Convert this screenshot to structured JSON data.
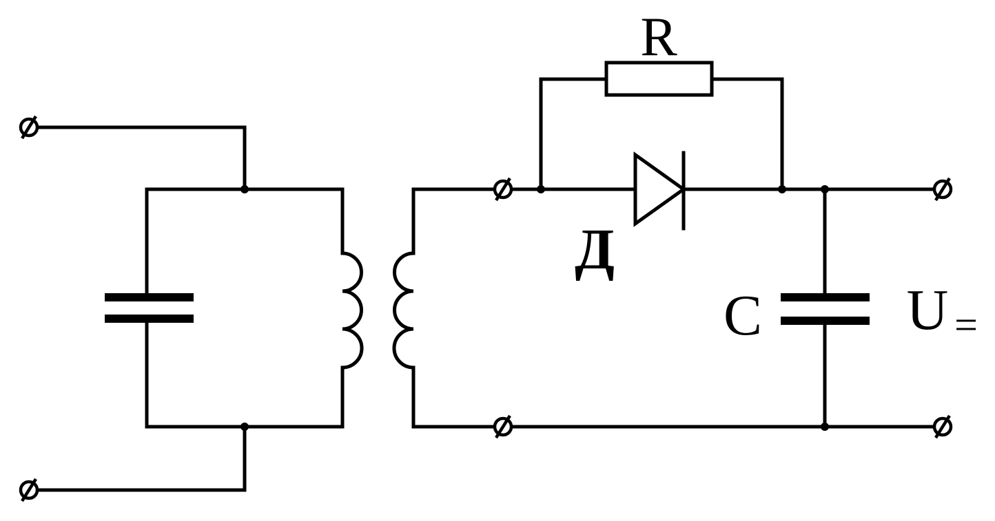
{
  "labels": {
    "resistor": "R",
    "diode": "Д",
    "capacitor": "C",
    "output_voltage": "U",
    "output_voltage_subscript": "="
  }
}
